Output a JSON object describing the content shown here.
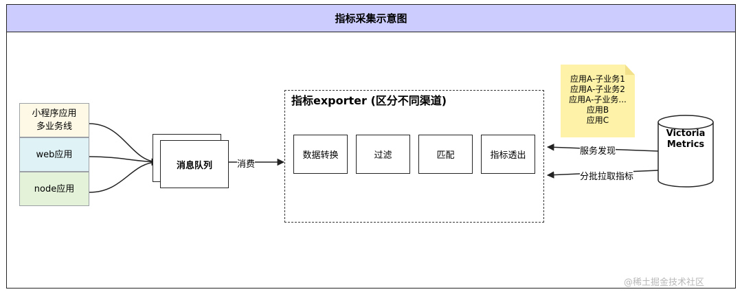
{
  "title": "指标采集示意图",
  "sources": [
    {
      "line1": "小程序应用",
      "line2": "多业务线"
    },
    {
      "line1": "web应用",
      "line2": ""
    },
    {
      "line1": "node应用",
      "line2": ""
    }
  ],
  "queue": {
    "label": "消息队列"
  },
  "consume_label": "消费",
  "exporter": {
    "title": "指标exporter (区分不同渠道)",
    "steps": [
      "数据转换",
      "过滤",
      "匹配",
      "指标透出"
    ]
  },
  "note": {
    "lines": [
      "应用A-子业务1",
      "应用A-子业务2",
      "应用A-子业务...",
      "应用B",
      "应用C"
    ],
    "color": "#fdf2a8"
  },
  "links": {
    "service_discovery": "服务发现",
    "batch_pull": "分批拉取指标"
  },
  "victoria": {
    "line1": "Victoria",
    "line2": "Metrics"
  },
  "watermark": "@稀土掘金技术社区",
  "colors": {
    "title_bar": "#ccccff",
    "src1": "#fdf9e6",
    "src2": "#dff3f6",
    "src3": "#e3f2d8"
  }
}
